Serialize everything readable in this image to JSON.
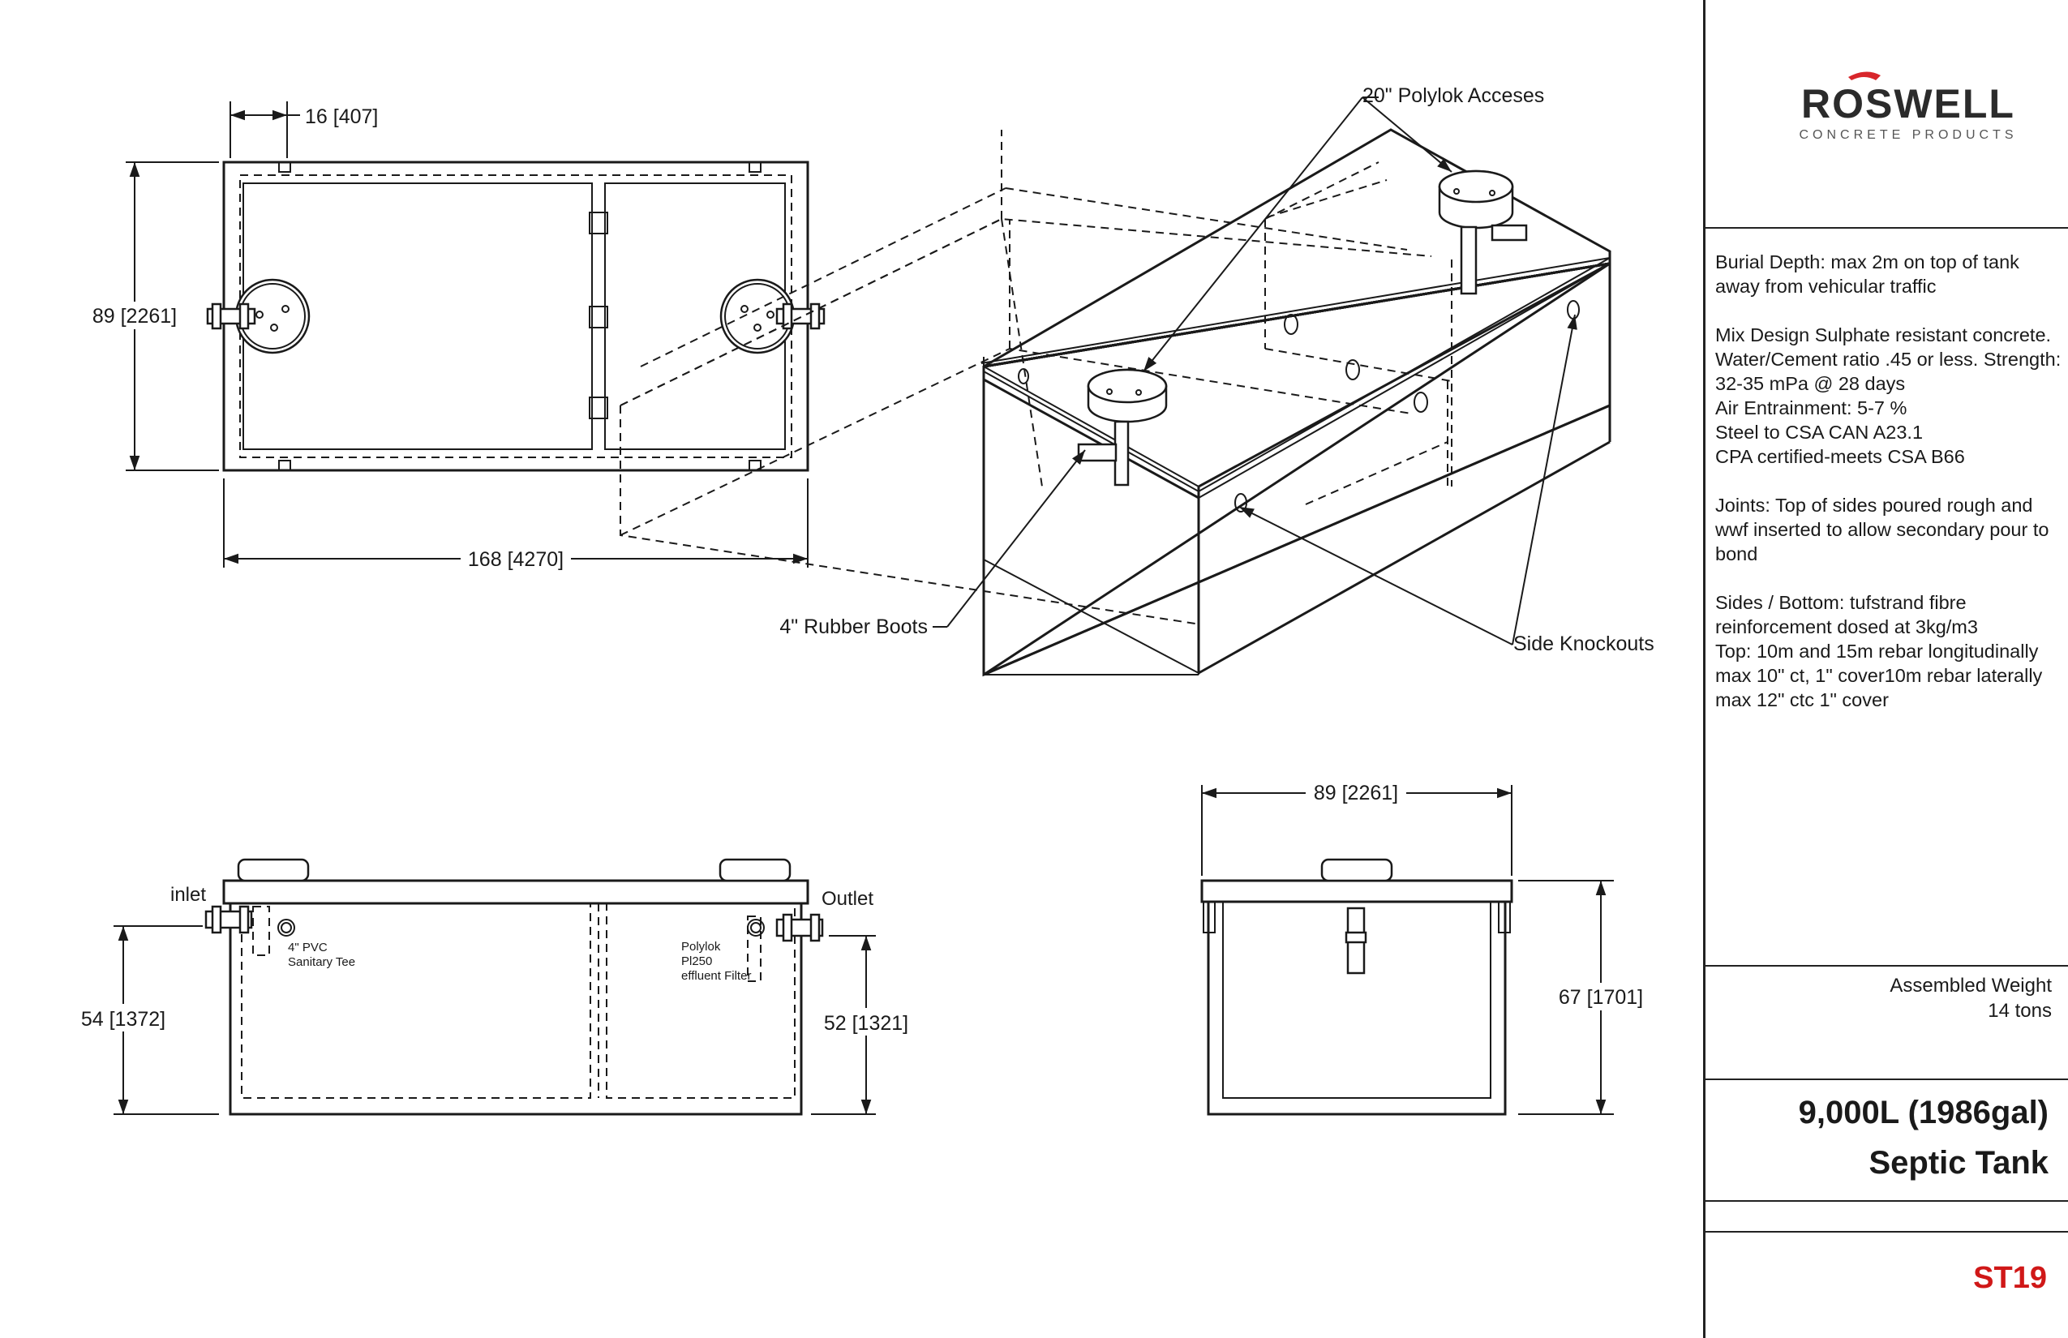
{
  "brand": {
    "name": "ROSWELL",
    "tagline": "CONCRETE PRODUCTS",
    "accent_color": "#d8262b"
  },
  "plan_view": {
    "dim_offset": "16 [407]",
    "dim_width": "89 [2261]",
    "dim_length": "168 [4270]"
  },
  "iso_view": {
    "label_access": "20\" Polylok Acceses",
    "label_boots": "4\" Rubber Boots",
    "label_knockouts": "Side Knockouts"
  },
  "side_view": {
    "inlet": "inlet",
    "outlet": "Outlet",
    "tee_line1": "4\" PVC",
    "tee_line2": "Sanitary Tee",
    "filter_line1": "Polylok",
    "filter_line2": "Pl250",
    "filter_line3": "effluent Filter",
    "dim_inlet_height": "54 [1372]",
    "dim_outlet_height": "52 [1321]"
  },
  "end_view": {
    "dim_width": "89 [2261]",
    "dim_height": "67 [1701]"
  },
  "notes": [
    "Burial Depth: max 2m on top of tank away from vehicular traffic",
    "Mix Design Sulphate resistant concrete. Water/Cement ratio .45 or less. Strength: 32-35 mPa @ 28 days\nAir Entrainment: 5-7 %\nSteel to CSA CAN A23.1\nCPA certified-meets CSA B66",
    "Joints: Top of sides poured rough and wwf inserted to allow secondary pour to bond",
    "Sides / Bottom: tufstrand fibre reinforcement dosed at 3kg/m3\nTop: 10m and 15m rebar longitudinally max 10\" ct, 1\" cover10m rebar laterally max 12\" ctc 1\" cover"
  ],
  "weight": {
    "label": "Assembled Weight",
    "value": "14 tons"
  },
  "capacity": "9,000L (1986gal)",
  "product_name": "Septic Tank",
  "product_code": "ST19",
  "code_color": "#d01818"
}
